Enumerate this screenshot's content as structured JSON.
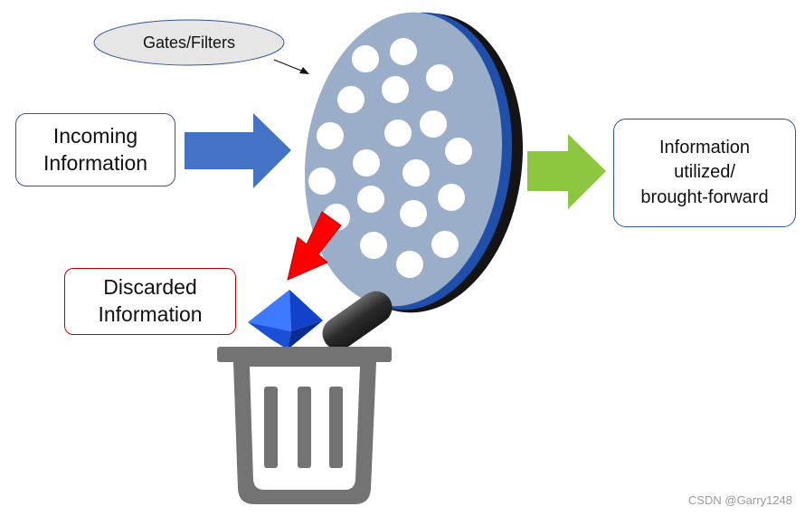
{
  "labels": {
    "gates": "Gates/Filters",
    "incoming": "Incoming\nInformation",
    "output": "Information\nutilized/\nbrought-forward",
    "discarded": "Discarded\nInformation"
  },
  "watermark": "CSDN @Garry1248",
  "colors": {
    "incoming_arrow": "#4472c4",
    "output_arrow": "#8dc63f",
    "discard_arrow": "#ff0000",
    "filter_face": "#9aadc9",
    "filter_edge": "#141414",
    "trash": "#737373",
    "gem": "#1f5fe8",
    "pill": "#3a3a3a"
  }
}
